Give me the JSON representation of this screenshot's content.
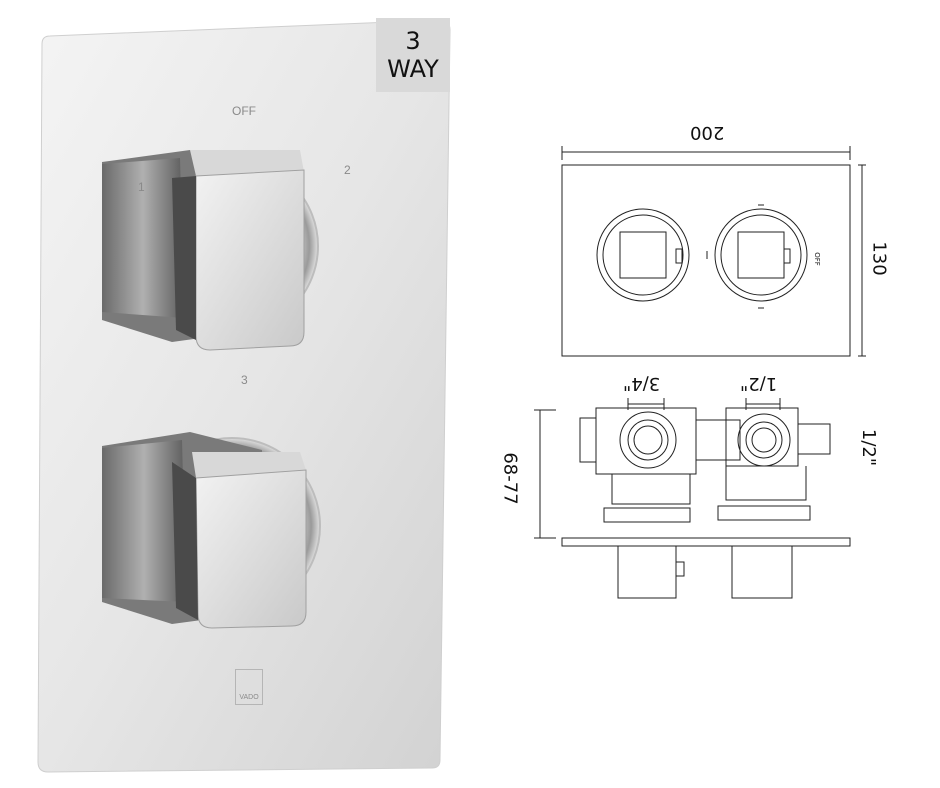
{
  "badge": {
    "line1": "3",
    "line2": "WAY",
    "color": "#d9d9d9"
  },
  "plate": {
    "label_off": "OFF",
    "label_1": "1",
    "label_2": "2",
    "label_3": "3",
    "brand": "VADO"
  },
  "drawing": {
    "width_dim": "200",
    "height_dim": "130",
    "port_left": "3/4\"",
    "port_right": "1/2\"",
    "port_side": "1/2\"",
    "depth_dim": "68-77",
    "front_label_off": "OFF"
  }
}
